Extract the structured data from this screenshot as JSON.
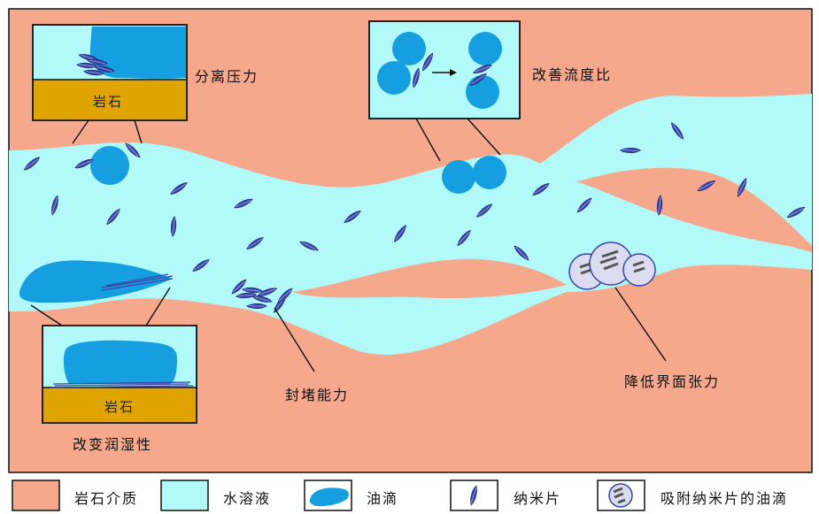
{
  "labels": {
    "disjoining_pressure": "分离压力",
    "mobility_ratio": "改善流度比",
    "wettability": "改变润湿性",
    "plugging": "封堵能力",
    "ift": "降低界面张力",
    "rock_inset_top": "岩石",
    "rock_inset_bottom": "岩石"
  },
  "legend": [
    {
      "label": "岩石介质"
    },
    {
      "label": "水溶液"
    },
    {
      "label": "油滴"
    },
    {
      "label": "纳米片"
    },
    {
      "label": "吸附纳米片的油滴"
    }
  ],
  "colors": {
    "rock": "#f5a88c",
    "water": "#b2fafa",
    "oil": "#169fe0",
    "sheet": "#3a44a6",
    "rock_inset": "#e0a400"
  }
}
